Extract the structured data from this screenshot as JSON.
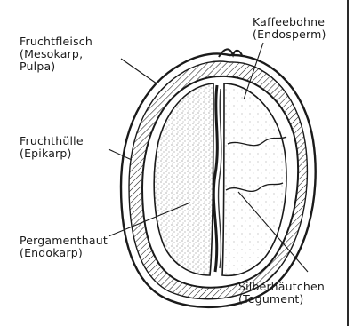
{
  "figure": {
    "subject": "coffee-cherry-cross-section",
    "line_color": "#1a1a1a",
    "background_color": "#ffffff"
  },
  "labels": {
    "fruchtfleisch": {
      "line1": "Fruchtfleisch",
      "line2": "(Mesokarp,",
      "line3": "Pulpa)"
    },
    "kaffeebohne": {
      "line1": "Kaffeebohne",
      "line2": "(Endosperm)"
    },
    "fruchthuelle": {
      "line1": "Fruchthülle",
      "line2": "(Epikarp)"
    },
    "pergamenthaut": {
      "line1": "Pergamenthaut",
      "line2": "(Endokarp)"
    },
    "silberhaeutchen": {
      "line1": "Silberhäutchen",
      "line2": "(Tegument)"
    }
  }
}
